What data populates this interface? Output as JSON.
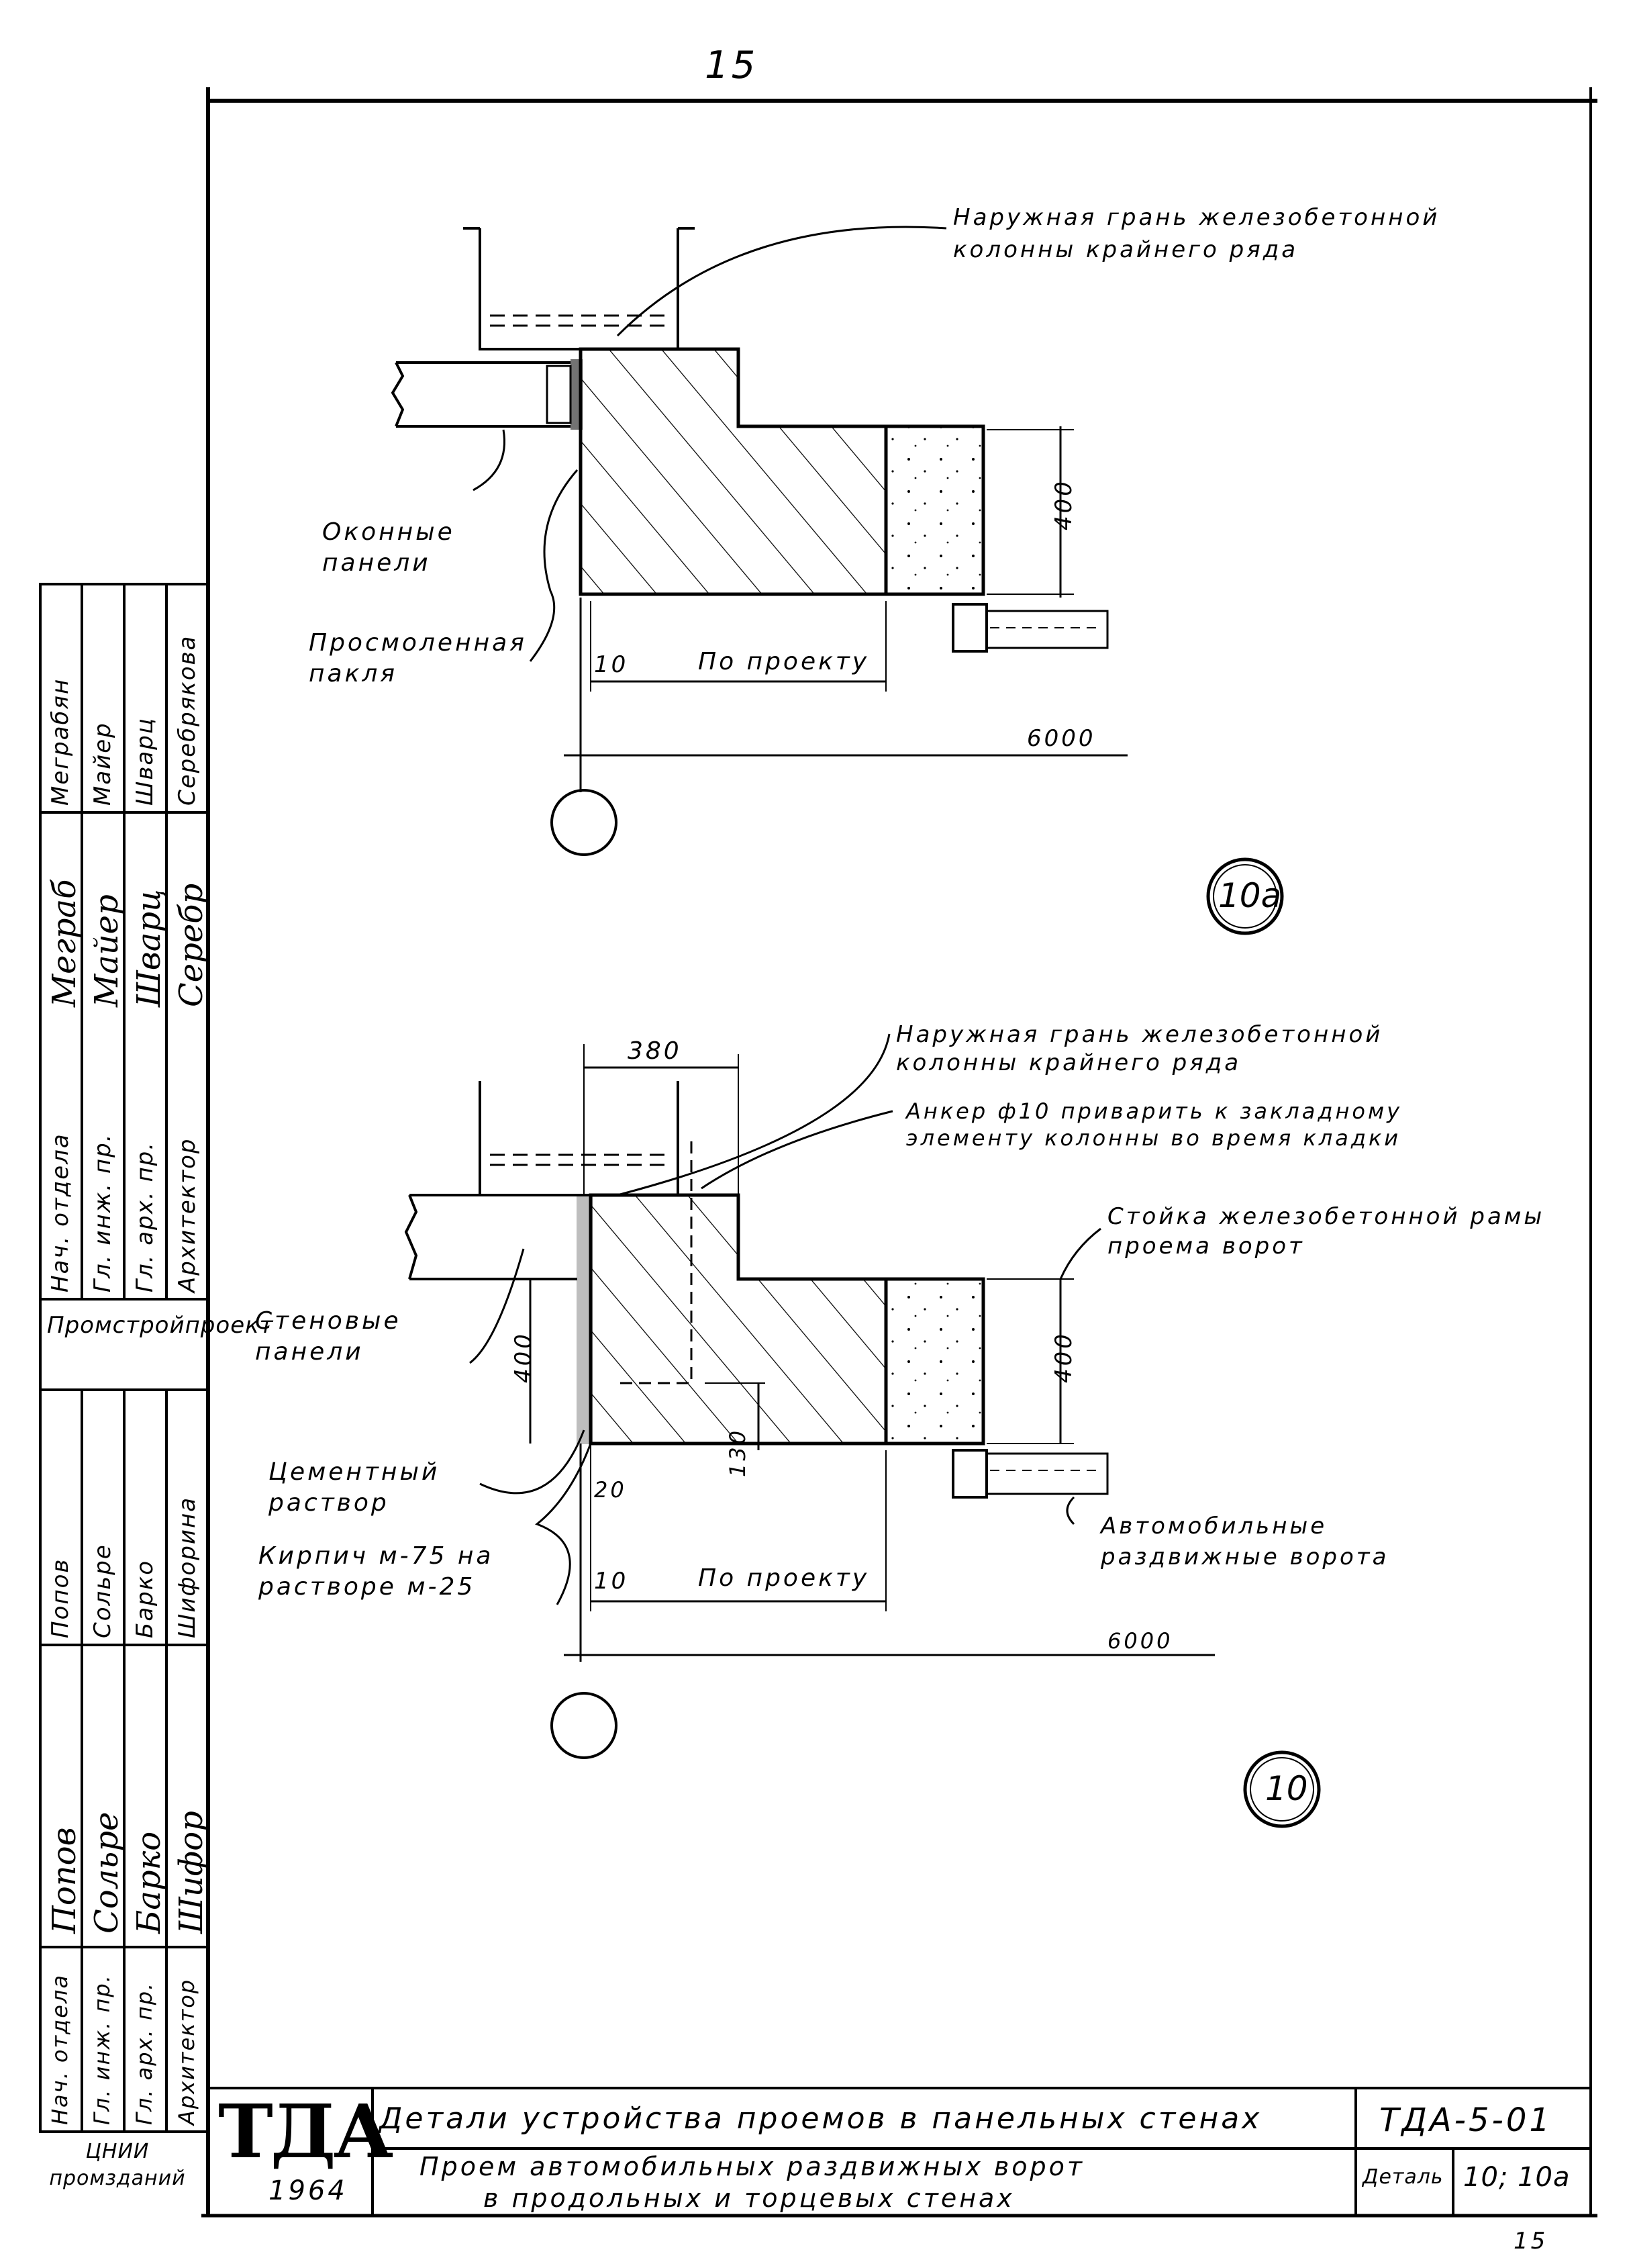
{
  "page_number": "15",
  "page_number_bottom": "15",
  "detail_10a": {
    "marker": "10a",
    "note_column_face": "Наружная грань железобетонной колонны крайнего ряда",
    "note_window_panels": "Оконные панели",
    "note_tarred_tow": "Просмоленная пакля",
    "dim_400": "400",
    "dim_10": "10",
    "dim_by_project": "По проекту",
    "dim_6000": "6000"
  },
  "detail_10": {
    "marker": "10",
    "dim_380": "380",
    "note_column_face": "Наружная грань железобетонной колонны крайнего ряда",
    "note_anchor": "Анкер ф10 приварить к закладному элементу колонны во время кладки",
    "note_post": "Стойка железобетонной рамы проема ворот",
    "note_wall_panels": "Стеновые панели",
    "dim_400_left": "400",
    "dim_400_right": "400",
    "dim_130": "130",
    "dim_20": "20",
    "note_cement": "Цементный раствор",
    "note_brick": "Кирпич м-75 на растворе м-25",
    "dim_10": "10",
    "dim_by_project": "По проекту",
    "dim_6000": "6000",
    "note_gates": "Автомобильные раздвижные ворота"
  },
  "stamp": {
    "org_top": "Промстройпроект",
    "org_bottom": "ЦНИИ промзданий",
    "upper_roles": [
      "Нач. отдела",
      "Гл. инж. пр.",
      "Гл. арх. пр.",
      "Архитектор"
    ],
    "upper_names": [
      "Меграбян",
      "Майер",
      "Шварц",
      "Серебрякова"
    ],
    "lower_roles": [
      "Нач. отдела",
      "Гл. инж. пр.",
      "Гл. арх. пр.",
      "Архитектор"
    ],
    "lower_names": [
      "Попов",
      "Сольре",
      "Барко",
      "Шифорина"
    ]
  },
  "title_block": {
    "logo": "ТДА",
    "year": "1964",
    "title": "Детали устройства проемов в панельных стенах",
    "subtitle_line1": "Проем автомобильных раздвижных ворот",
    "subtitle_line2": "в продольных и торцевых стенах",
    "code": "ТДА-5-01",
    "detail_label": "Деталь",
    "detail_value": "10; 10а"
  }
}
